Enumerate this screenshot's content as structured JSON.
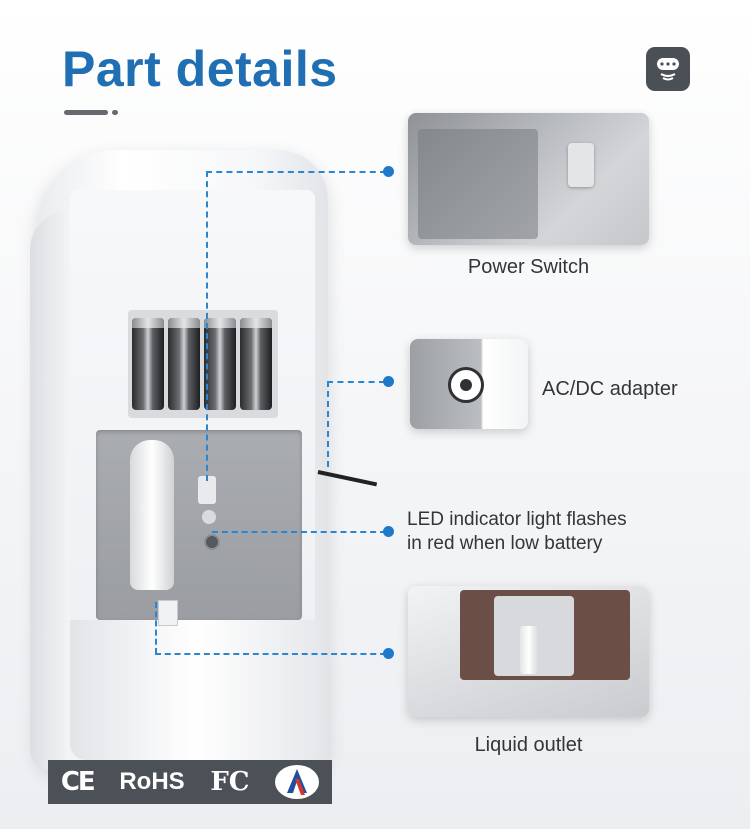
{
  "header": {
    "title": "Part details"
  },
  "callouts": {
    "power_switch": "Power Switch",
    "adapter": "AC/DC adapter",
    "led_line1": "LED indicator light flashes",
    "led_line2": "in red when low battery",
    "outlet": "Liquid outlet"
  },
  "certifications": {
    "ce": "CE",
    "rohs": "RoHS",
    "fc": "FC"
  },
  "colors": {
    "title_blue": "#1f6fb2",
    "leader_blue": "#2a86d1",
    "cert_bar": "#4c5057"
  },
  "icons": {
    "badge": "sensor-wave-icon"
  }
}
